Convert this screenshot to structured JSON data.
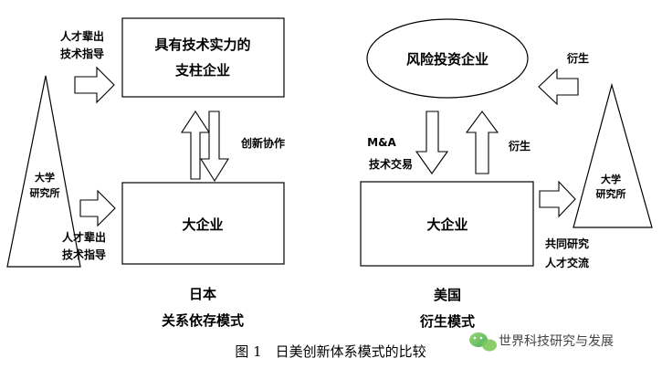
{
  "japan": {
    "top_box_line1": "具有技术实力的",
    "top_box_line2": "支柱企业",
    "bottom_box": "大企业",
    "triangle_line1": "大学",
    "triangle_line2": "研究所",
    "top_arrow_line1": "人才辈出",
    "top_arrow_line2": "技术指导",
    "bottom_arrow_line1": "人才辈出",
    "bottom_arrow_line2": "技术指导",
    "center_label": "创新协作",
    "title_line1": "日本",
    "title_line2": "关系依存模式"
  },
  "usa": {
    "ellipse": "风险投资企业",
    "bottom_box": "大企业",
    "triangle_line1": "大学",
    "triangle_line2": "研究所",
    "left_down_line1": "M&A",
    "left_down_line2": "技术交易",
    "right_up_label": "衍生",
    "top_arrow_label": "衍生",
    "right_arrow_line1": "共同研究",
    "right_arrow_line2": "人才交流",
    "title_line1": "美国",
    "title_line2": "衍生模式"
  },
  "caption": "图 1　日美创新体系模式的比较",
  "watermark": "世界科技研究与发展"
}
